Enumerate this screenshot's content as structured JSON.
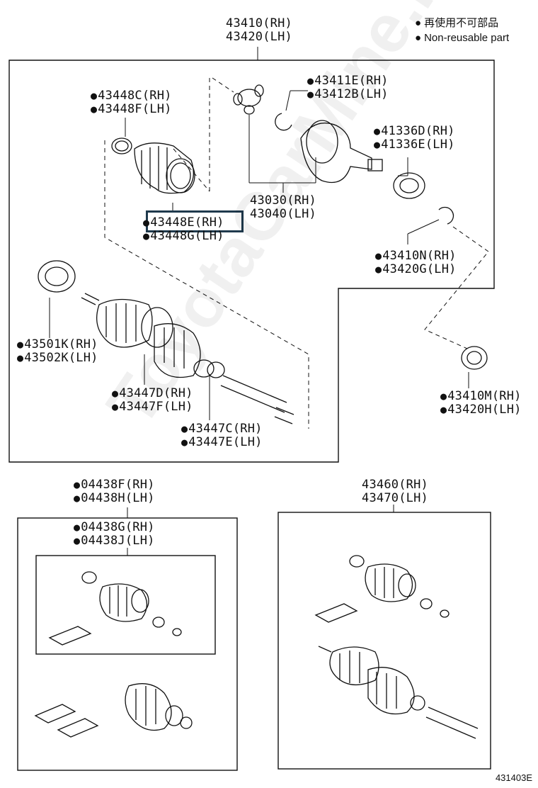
{
  "legend": {
    "line_jp": "再使用不可部品",
    "line_en": "Non-reusable part"
  },
  "figure_code": "431403E",
  "watermark": "ToyotaCarMine.ru",
  "highlight_color": "#1f3a4d",
  "assembly_top": {
    "rh": "43410(RH)",
    "lh": "43420(LH)"
  },
  "assembly_inner_kit": {
    "rh": "43460(RH)",
    "lh": "43470(LH)"
  },
  "parts": {
    "p43448C": {
      "rh": "43448C(RH)",
      "lh": "43448F(LH)"
    },
    "p43448E": {
      "rh": "43448E(RH)",
      "lh": "43448G(LH)"
    },
    "p43411E": {
      "rh": "43411E(RH)",
      "lh": "43412B(LH)"
    },
    "p41336D": {
      "rh": "41336D(RH)",
      "lh": "41336E(LH)"
    },
    "p43030": {
      "rh": "43030(RH)",
      "lh": "43040(LH)"
    },
    "p43410N": {
      "rh": "43410N(RH)",
      "lh": "43420G(LH)"
    },
    "p43501K": {
      "rh": "43501K(RH)",
      "lh": "43502K(LH)"
    },
    "p43447D": {
      "rh": "43447D(RH)",
      "lh": "43447F(LH)"
    },
    "p43447C": {
      "rh": "43447C(RH)",
      "lh": "43447E(LH)"
    },
    "p43410M": {
      "rh": "43410M(RH)",
      "lh": "43420H(LH)"
    },
    "p04438F": {
      "rh": "04438F(RH)",
      "lh": "04438H(LH)"
    },
    "p04438G": {
      "rh": "04438G(RH)",
      "lh": "04438J(LH)"
    }
  }
}
